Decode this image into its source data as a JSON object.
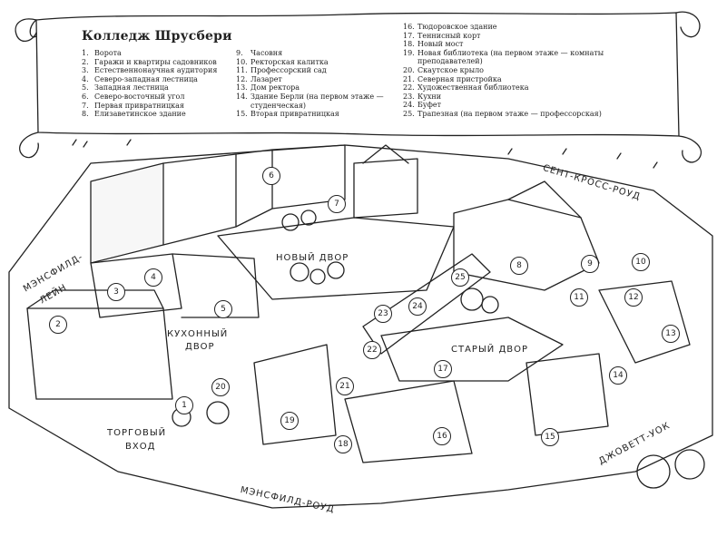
{
  "title": "Колледж Шрусбери",
  "legend": [
    {
      "num": "1.",
      "text": "Ворота"
    },
    {
      "num": "2.",
      "text": "Гаражи и квартиры садовников"
    },
    {
      "num": "3.",
      "text": "Естественнонаучная аудитория"
    },
    {
      "num": "4.",
      "text": "Северо-западная лестница"
    },
    {
      "num": "5.",
      "text": "Западная лестница"
    },
    {
      "num": "6.",
      "text": "Северо-восточный угол"
    },
    {
      "num": "7.",
      "text": "Первая привратницкая"
    },
    {
      "num": "8.",
      "text": "Елизаветинское здание"
    },
    {
      "num": "9.",
      "text": "Часовня"
    },
    {
      "num": "10.",
      "text": "Ректорская калитка"
    },
    {
      "num": "11.",
      "text": "Профессорский сад"
    },
    {
      "num": "12.",
      "text": "Лазарет"
    },
    {
      "num": "13.",
      "text": "Дом ректора"
    },
    {
      "num": "14.",
      "text": "Здание Берли (на первом этаже — студенческая)"
    },
    {
      "num": "15.",
      "text": "Вторая привратницкая"
    },
    {
      "num": "16.",
      "text": "Тюдоровское здание"
    },
    {
      "num": "17.",
      "text": "Теннисный корт"
    },
    {
      "num": "18.",
      "text": "Новый мост"
    },
    {
      "num": "19.",
      "text": "Новая библиотека (на первом этаже — комнаты преподавателей)"
    },
    {
      "num": "20.",
      "text": "Скаутское крыло"
    },
    {
      "num": "21.",
      "text": "Северная пристройка"
    },
    {
      "num": "22.",
      "text": "Художественная библиотека"
    },
    {
      "num": "23.",
      "text": "Кухни"
    },
    {
      "num": "24.",
      "text": "Буфет"
    },
    {
      "num": "25.",
      "text": "Трапезная (на первом этаже — профессорская)"
    }
  ],
  "labels": {
    "new_court": "Новый двор",
    "kitchen_court_1": "Кухонный",
    "kitchen_court_2": "двор",
    "old_court": "Старый двор",
    "trade_entrance_1": "Торговый",
    "trade_entrance_2": "вход",
    "st_cross": "Сент-Кросс-роуд",
    "mansfield_lane_1": "Мэнсфилд-",
    "mansfield_lane_2": "лейн",
    "mansfield_road": "Мэнсфилд-роуд",
    "jowett_walk": "Джоветт-уок"
  },
  "markers": [
    "1",
    "2",
    "3",
    "4",
    "5",
    "6",
    "7",
    "8",
    "9",
    "10",
    "11",
    "12",
    "13",
    "14",
    "15",
    "16",
    "17",
    "18",
    "19",
    "20",
    "21",
    "22",
    "23",
    "24",
    "25"
  ]
}
